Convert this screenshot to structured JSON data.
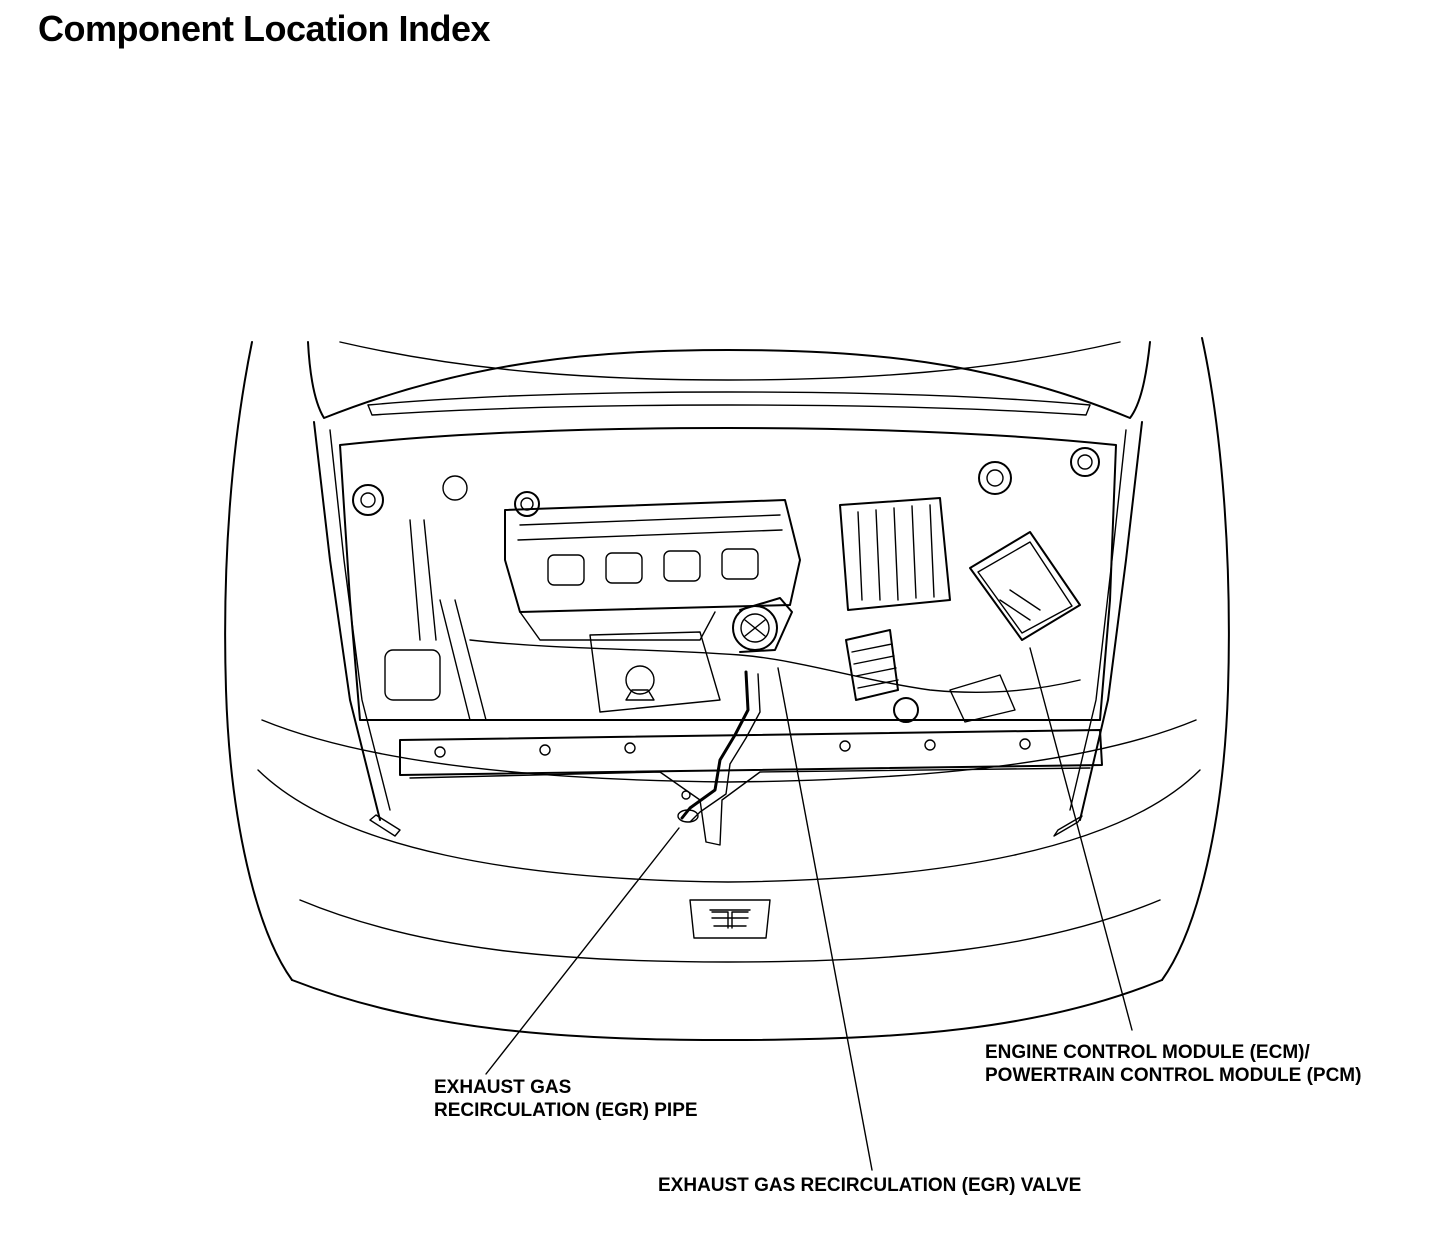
{
  "page": {
    "title": "Component Location Index"
  },
  "callouts": {
    "egr_pipe": {
      "line1": "EXHAUST GAS",
      "line2": "RECIRCULATION (EGR) PIPE"
    },
    "egr_valve": {
      "line1": "EXHAUST GAS RECIRCULATION (EGR) VALVE"
    },
    "ecm_pcm": {
      "line1": "ENGINE CONTROL MODULE (ECM)/",
      "line2": "POWERTRAIN CONTROL MODULE (PCM)"
    }
  },
  "colors": {
    "line": "#000000",
    "background": "#ffffff"
  }
}
